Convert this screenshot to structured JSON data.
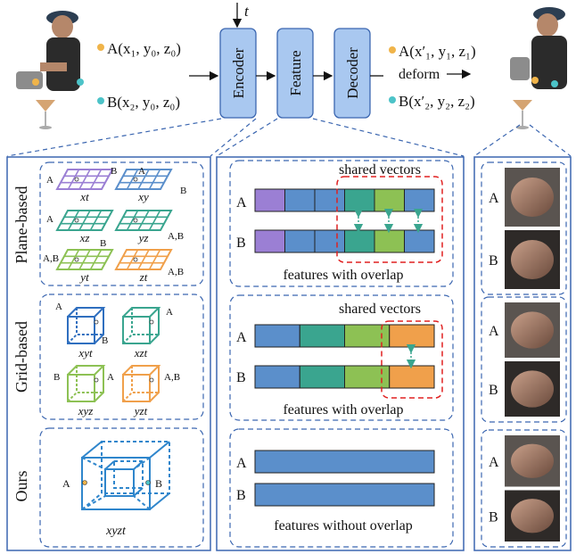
{
  "top": {
    "input_t": "t",
    "encoder": "Encoder",
    "feature": "Feature",
    "decoder": "Decoder",
    "deform": "deform",
    "point_a_in": "A(x₁, y₀, z₀)",
    "point_b_in": "B(x₂, y₀, z₀)",
    "point_a_out": "A(x′₁, y₁, z₁)",
    "point_b_out": "B(x′₂, y₂, z₂)"
  },
  "left": {
    "plane_label": "Plane-based",
    "grid_label": "Grid-based",
    "ours_label": "Ours",
    "planes": [
      "xt",
      "xy",
      "xz",
      "yz",
      "yt",
      "zt"
    ],
    "cubes": [
      "xyt",
      "xzt",
      "xyz",
      "yzt"
    ],
    "ours_cube": "xyzt",
    "markers": {
      "a": "A",
      "b": "B",
      "ab": "A,B"
    }
  },
  "middle": {
    "shared1": "shared vectors",
    "shared2": "shared vectors",
    "caption1": "features with overlap",
    "caption2": "features with overlap",
    "caption3": "features without overlap",
    "row_a": "A",
    "row_b": "B"
  },
  "right": {
    "row_a": "A",
    "row_b": "B"
  },
  "colors": {
    "purple": "#9b7fd4",
    "blue": "#5b8fcb",
    "teal": "#3aa58f",
    "green": "#8dc154",
    "orange": "#f0a04b",
    "box_fill": "#a9c8f0",
    "dash": "#3b66b0",
    "red": "#e02020"
  }
}
